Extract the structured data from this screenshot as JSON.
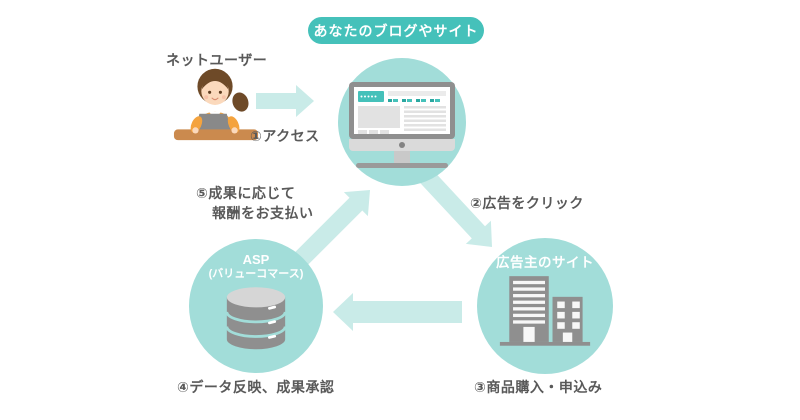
{
  "badge": {
    "label": "あなたのブログやサイト"
  },
  "actors": {
    "net_user": {
      "label": "ネットユーザー",
      "icon": "person-at-laptop-icon"
    },
    "blog_site": {
      "icon": "desktop-monitor-icon"
    },
    "asp": {
      "name": "ASP",
      "sub": "(バリューコマース)",
      "icon": "database-icon"
    },
    "advertiser": {
      "label": "広告主のサイト",
      "icon": "buildings-icon"
    }
  },
  "steps": {
    "step1": {
      "label": "①アクセス"
    },
    "step2": {
      "label": "②広告をクリック"
    },
    "step3": {
      "label": "③商品購入・申込み"
    },
    "step4": {
      "label": "④データ反映、成果承認"
    },
    "step5": {
      "line1": "⑤成果に応じて",
      "line2": "報酬をお支払い"
    }
  },
  "colors": {
    "badge_teal": "#45c1ba",
    "circle_teal": "#a2ddd9",
    "arrow_teal": "#c9ebe8",
    "text_gray": "#595959",
    "icon_gray": "#8f8f8f",
    "white": "#ffffff"
  }
}
